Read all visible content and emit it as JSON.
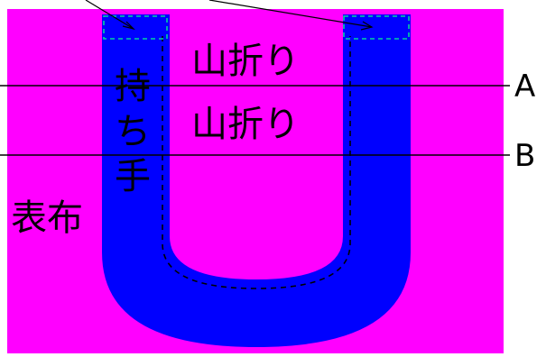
{
  "labels": {
    "fold_upper": "山折り",
    "fold_lower": "山折り",
    "handle": "持ち手",
    "outer_fabric": "表布",
    "line_a": "A",
    "line_b": "B"
  },
  "colors": {
    "fabric": "#ff00ff",
    "handle": "#0000ff",
    "stitch": "#000000",
    "dash_box": "#00d2a0",
    "line": "#000000"
  }
}
